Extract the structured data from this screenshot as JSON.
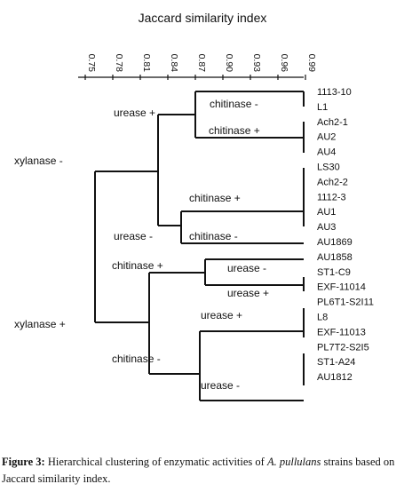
{
  "diagram": {
    "title": "Jaccard similarity index",
    "axis_ticks": [
      "0.75",
      "0.78",
      "0.81",
      "0.84",
      "0.87",
      "0.90",
      "0.93",
      "0.96",
      "0.99"
    ],
    "leaves": [
      "1113-10",
      "L1",
      "Ach2-1",
      "AU2",
      "AU4",
      "LS30",
      "Ach2-2",
      "1112-3",
      "AU1",
      "AU3",
      "AU1869",
      "AU1858",
      "ST1-C9",
      "EXF-11014",
      "PL6T1-S2I11",
      "L8",
      "EXF-11013",
      "PL7T2-S2I5",
      "ST1-A24",
      "AU1812"
    ],
    "node_labels": {
      "xylanase_neg": "xylanase -",
      "xylanase_pos": "xylanase +",
      "urease_pos_top": "urease +",
      "chitinase_neg_top": "chitinase -",
      "chitinase_pos_top": "chitinase +",
      "chitinase_pos_mid": "chitinase +",
      "urease_neg_mid": "urease -",
      "chitinase_neg_mid": "chitinase -",
      "chitinase_pos_low": "chitinase +",
      "urease_neg_low": "urease -",
      "urease_pos_low": "urease +",
      "urease_pos_bottom": "urease +",
      "chitinase_neg_bottom": "chitinase -",
      "urease_neg_bottom": "urease -"
    }
  },
  "caption": {
    "label": "Figure 3:",
    "text_before": " Hierarchical clustering of enzymatic activities of ",
    "species": "A. pullulans",
    "text_after": " strains based on Jaccard similarity index."
  }
}
